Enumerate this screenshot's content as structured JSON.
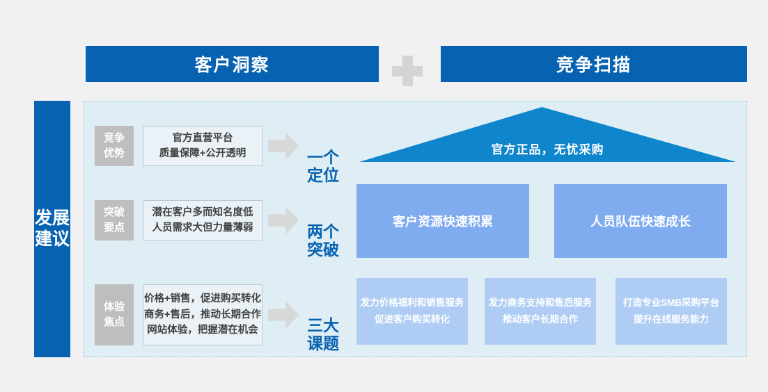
{
  "header": {
    "left_title": "客户洞察",
    "right_title": "竞争扫描",
    "plus_icon": "plus-icon"
  },
  "sidebar": {
    "label": "发展\n建议"
  },
  "rows": [
    {
      "tag": "竞争\n优势",
      "detail": "官方直营平台\n质量保障+公开透明",
      "arrow_icon": "right-arrow-icon",
      "conclusion": "一个\n定位"
    },
    {
      "tag": "突破\n要点",
      "detail": "潜在客户多而知名度低\n人员需求大但力量薄弱",
      "arrow_icon": "right-arrow-icon",
      "conclusion": "两个\n突破"
    },
    {
      "tag": "体验\n焦点",
      "detail": "价格+销售，促进购买转化\n商务+售后，推动长期合作\n网站体验，把握潜在机会",
      "arrow_icon": "right-arrow-icon",
      "conclusion": "三大\n课题"
    }
  ],
  "right": {
    "banner": "官方正品，无忧采购",
    "mid_boxes": [
      "客户资源快速积累",
      "人员队伍快速成长"
    ],
    "low_boxes": [
      "发力价格福利和销售服务\n促进客户购买转化",
      "发力商务支持和售后服务\n推动客户长期合作",
      "打造专业SMB采购平台\n提升在线服务能力"
    ]
  },
  "colors": {
    "brand_blue": "#0763b2",
    "triangle_blue": "#0f86cb",
    "mid_box_blue": "#7fabef",
    "low_box_blue": "#afcdf4",
    "panel_bg": "#dfedf5",
    "tag_gray": "#bebebe",
    "arrow_gray": "#d8d8d8",
    "page_bg": "#f1f1f1"
  }
}
